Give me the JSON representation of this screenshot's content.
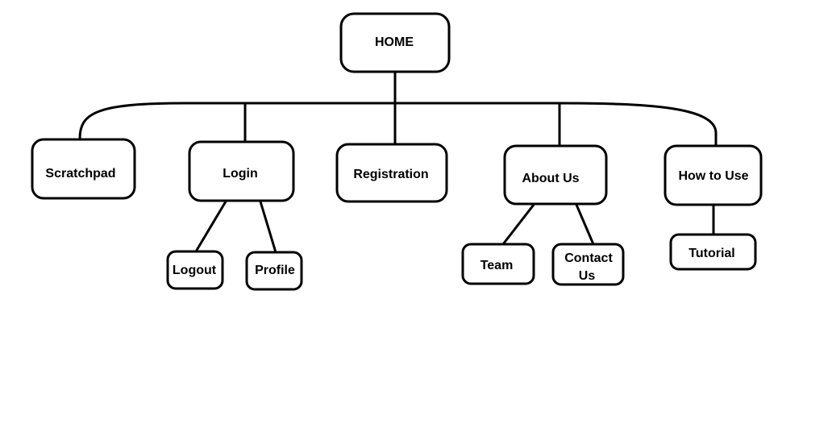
{
  "diagram": {
    "type": "sitemap-tree",
    "nodes": {
      "home": {
        "label": "HOME"
      },
      "scratchpad": {
        "label": "Scratchpad"
      },
      "login": {
        "label": "Login"
      },
      "registration": {
        "label": "Registration"
      },
      "about": {
        "label": "About Us"
      },
      "howto": {
        "label": "How to Use"
      },
      "logout": {
        "label": "Logout"
      },
      "profile": {
        "label": "Profile"
      },
      "team": {
        "label": "Team"
      },
      "contact": {
        "label": "Contact Us",
        "lines": [
          "Contact",
          "Us"
        ]
      },
      "tutorial": {
        "label": "Tutorial"
      }
    },
    "edges": [
      [
        "home",
        "scratchpad"
      ],
      [
        "home",
        "login"
      ],
      [
        "home",
        "registration"
      ],
      [
        "home",
        "about"
      ],
      [
        "home",
        "howto"
      ],
      [
        "login",
        "logout"
      ],
      [
        "login",
        "profile"
      ],
      [
        "about",
        "team"
      ],
      [
        "about",
        "contact"
      ],
      [
        "howto",
        "tutorial"
      ]
    ],
    "colors": {
      "stroke": "#000000",
      "background": "#ffffff",
      "text": "#000000"
    }
  }
}
